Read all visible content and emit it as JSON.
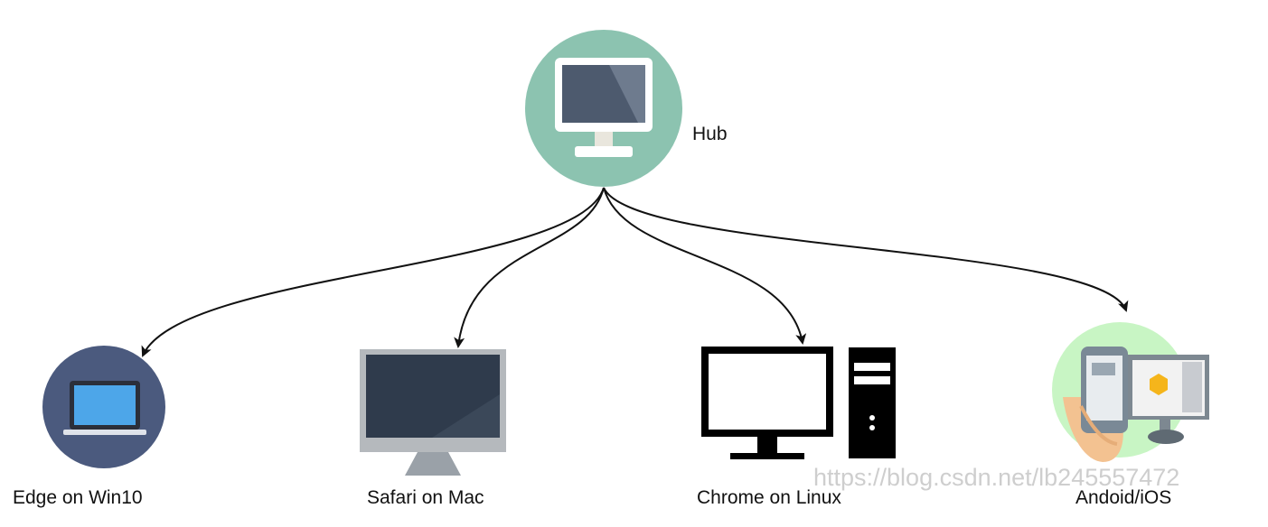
{
  "diagram": {
    "hub": {
      "label": "Hub",
      "icon": "desktop-monitor-icon",
      "circle_color": "#8cc3b0"
    },
    "nodes": [
      {
        "id": "edge",
        "label": "Edge on Win10",
        "icon": "laptop-icon",
        "circle_color": "#4b5a7e"
      },
      {
        "id": "safari",
        "label": "Safari on Mac",
        "icon": "imac-monitor-icon"
      },
      {
        "id": "chrome",
        "label": "Chrome on Linux",
        "icon": "desktop-tower-icon"
      },
      {
        "id": "mobile",
        "label": "Andoid/iOS",
        "icon": "phone-and-monitor-icon",
        "circle_color": "#c8f5c4"
      }
    ],
    "edges": [
      {
        "from": "hub",
        "to": "edge"
      },
      {
        "from": "hub",
        "to": "safari"
      },
      {
        "from": "hub",
        "to": "chrome"
      },
      {
        "from": "hub",
        "to": "mobile"
      }
    ]
  },
  "watermark": "https://blog.csdn.net/lb245557472"
}
